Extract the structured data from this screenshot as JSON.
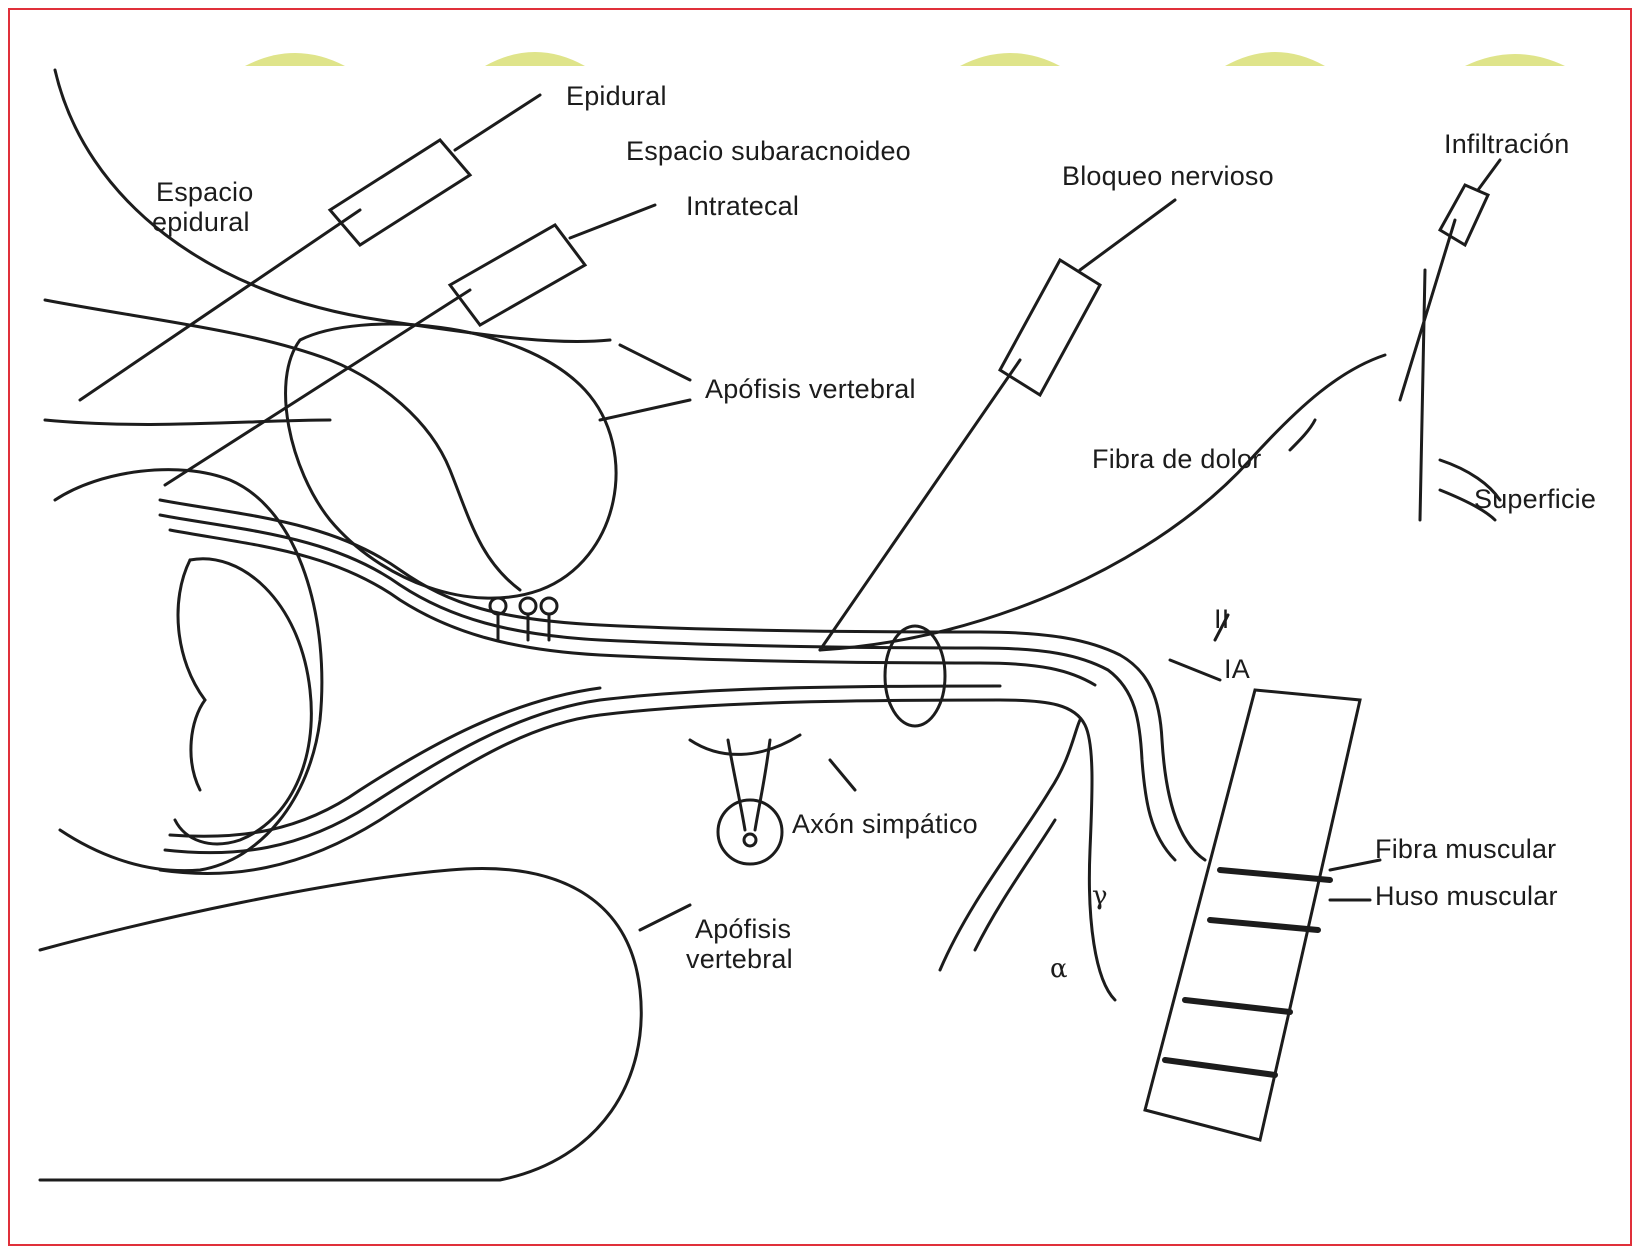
{
  "colors": {
    "border": "#e0303a",
    "accent_arcs": "#dfe48a",
    "ink": "#1c1c1c"
  },
  "labels": {
    "epidural": "Epidural",
    "espacio_subaracnoideo": "Espacio subaracnoideo",
    "espacio_epidural_1": "Espacio",
    "espacio_epidural_2": "epidural",
    "intratecal": "Intratecal",
    "bloqueo_nervioso": "Bloqueo nervioso",
    "infiltracion": "Infiltración",
    "apofisis_vertebral_top": "Apófisis vertebral",
    "fibra_de_dolor": "Fibra de dolor",
    "superficie": "Superficie",
    "fiber_ii": "II",
    "fiber_ia": "IA",
    "axon_simpatico": "Axón simpático",
    "fibra_muscular": "Fibra muscular",
    "huso_muscular": "Huso muscular",
    "apofisis_vertebral_bottom_1": "Apófisis",
    "apofisis_vertebral_bottom_2": "vertebral",
    "gamma": "γ",
    "alpha": "α"
  }
}
